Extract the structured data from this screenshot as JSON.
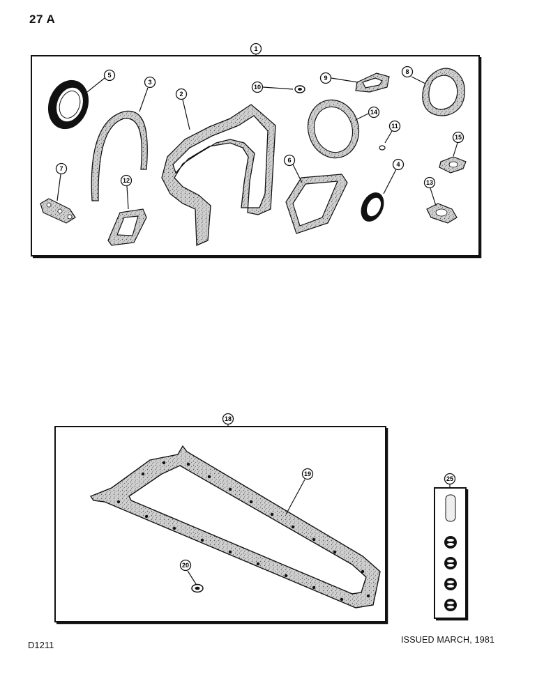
{
  "page": {
    "number": "27 A"
  },
  "figure": {
    "code": "D1211"
  },
  "footer": {
    "issued": "ISSUED MARCH, 1981"
  },
  "callouts": {
    "c1": "1",
    "c2": "2",
    "c3": "3",
    "c4": "4",
    "c5": "5",
    "c6": "6",
    "c7": "7",
    "c8": "8",
    "c9": "9",
    "c10": "10",
    "c11": "11",
    "c12": "12",
    "c13": "13",
    "c14": "14",
    "c15": "15",
    "c18": "18",
    "c19": "19",
    "c20": "20",
    "c25": "25"
  }
}
